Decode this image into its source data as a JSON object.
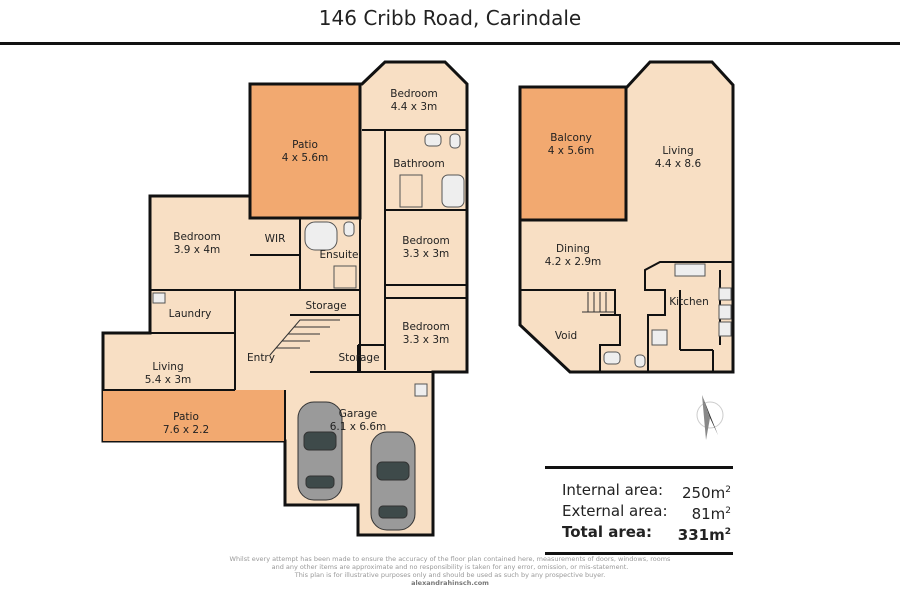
{
  "title": "146 Cribb Road, Carindale",
  "ground_floor": [
    {
      "name": "Bedroom",
      "dims": "4.4 x 3m"
    },
    {
      "name": "Patio",
      "dims": "4 x 5.6m"
    },
    {
      "name": "Bathroom",
      "dims": ""
    },
    {
      "name": "Bedroom",
      "dims": "3.9 x 4m"
    },
    {
      "name": "WIR",
      "dims": ""
    },
    {
      "name": "Ensuite",
      "dims": ""
    },
    {
      "name": "Bedroom",
      "dims": "3.3 x 3m"
    },
    {
      "name": "Storage",
      "dims": ""
    },
    {
      "name": "Laundry",
      "dims": ""
    },
    {
      "name": "Bedroom",
      "dims": "3.3 x 3m"
    },
    {
      "name": "Living",
      "dims": "5.4 x 3m"
    },
    {
      "name": "Entry",
      "dims": ""
    },
    {
      "name": "Storage",
      "dims": ""
    },
    {
      "name": "Patio",
      "dims": "7.6 x 2.2"
    },
    {
      "name": "Garage",
      "dims": "6.1 x 6.6m"
    }
  ],
  "upper_floor": [
    {
      "name": "Balcony",
      "dims": "4 x 5.6m"
    },
    {
      "name": "Living",
      "dims": "4.4 x 8.6"
    },
    {
      "name": "Dining",
      "dims": "4.2 x 2.9m"
    },
    {
      "name": "Kitchen",
      "dims": ""
    },
    {
      "name": "Void",
      "dims": ""
    }
  ],
  "areas": [
    {
      "label": "Internal area:",
      "value": "250m",
      "unit_sup": "2"
    },
    {
      "label": "External area:",
      "value": "81m",
      "unit_sup": "2"
    },
    {
      "label": "Total area:",
      "value": "331m",
      "unit_sup": "2"
    }
  ],
  "disclaimer": [
    "Whilst every attempt has been made to ensure the accuracy of the floor plan contained here, measurements of doors, windows, rooms",
    "and any other items are approximate and no responsibility is taken for any error, omission, or mis-statement.",
    "This plan is for illustrative purposes only and should be used as such by any prospective buyer."
  ],
  "website": "alexandrahinsch.com",
  "colors": {
    "floor": "#f8dfc4",
    "outdoor": "#f2a970",
    "wall": "#111111"
  }
}
